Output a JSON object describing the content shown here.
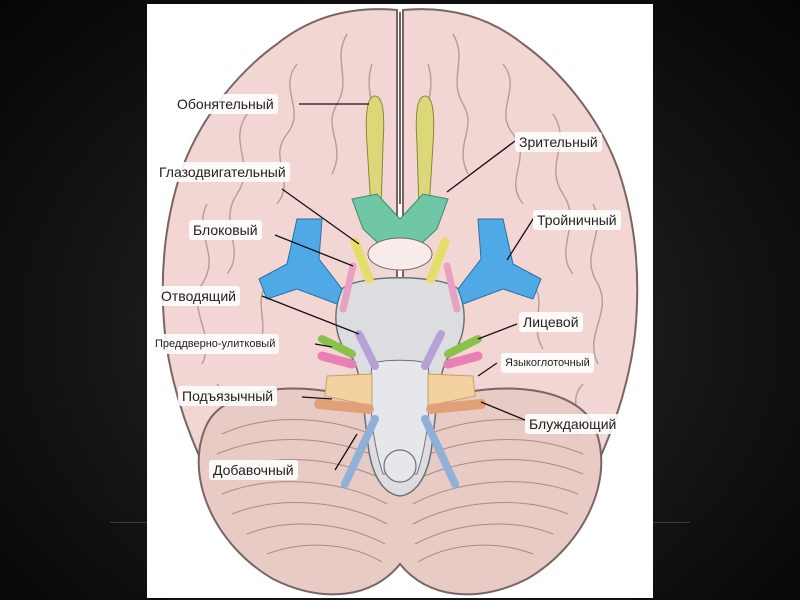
{
  "colors": {
    "background": "#000000",
    "panel": "#ffffff",
    "cerebrum": "#f2d6d3",
    "cerebrum_outline": "#7a6565",
    "cerebellum": "#e8cbc4",
    "brainstem": "#dcdde0",
    "olfactory": "#dcd87a",
    "optic": "#6fc7a6",
    "oculomotor": "#e3dd6a",
    "trochlear": "#e8a0c4",
    "trigeminal": "#4fa9e6",
    "abducens": "#b8a0d6",
    "facial": "#89c24b",
    "vestibulocochlear": "#e97fb5",
    "glossopharyngeal": "#f3d2a0",
    "vagus": "#e2a07a",
    "accessory": "#8fb0d8",
    "hypoglossal": "#e7d27a"
  },
  "nerves": {
    "olfactory": "Обонятельный",
    "optic": "Зрительный",
    "oculomotor": "Глазодвигательный",
    "trigeminal": "Тройничный",
    "trochlear": "Блоковый",
    "abducens": "Отводящий",
    "facial": "Лицевой",
    "vestibulocochlear": "Преддверно-улитковый",
    "glossopharyngeal": "Языкоглоточный",
    "hypoglossal": "Подъязычный",
    "vagus": "Блуждающий",
    "accessory": "Добавочный"
  }
}
